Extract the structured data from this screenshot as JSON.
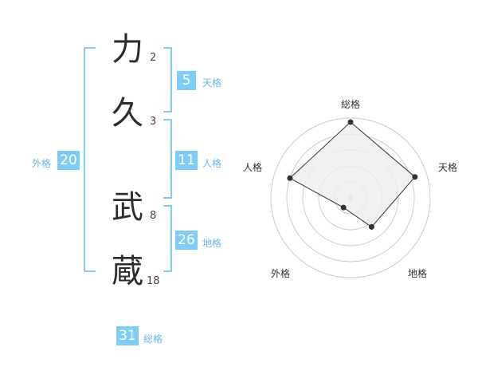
{
  "name_chars": [
    {
      "char": "力",
      "strokes": "2"
    },
    {
      "char": "久",
      "strokes": "3"
    },
    {
      "char": "武",
      "strokes": "8"
    },
    {
      "char": "蔵",
      "strokes": "18"
    }
  ],
  "fortunes": {
    "tenkaku": {
      "label": "天格",
      "value": "5"
    },
    "jinkaku": {
      "label": "人格",
      "value": "11"
    },
    "chikaku": {
      "label": "地格",
      "value": "26"
    },
    "gaikaku": {
      "label": "外格",
      "value": "20"
    },
    "soukaku": {
      "label": "総格",
      "value": "31"
    }
  },
  "radar": {
    "axes": [
      "総格",
      "天格",
      "地格",
      "外格",
      "人格"
    ],
    "levels": [
      0.95,
      0.85,
      0.45,
      0.15,
      0.8
    ],
    "line_color": "#333333",
    "fill_color": "#eeeeee",
    "ring_color": "#cccccc"
  }
}
